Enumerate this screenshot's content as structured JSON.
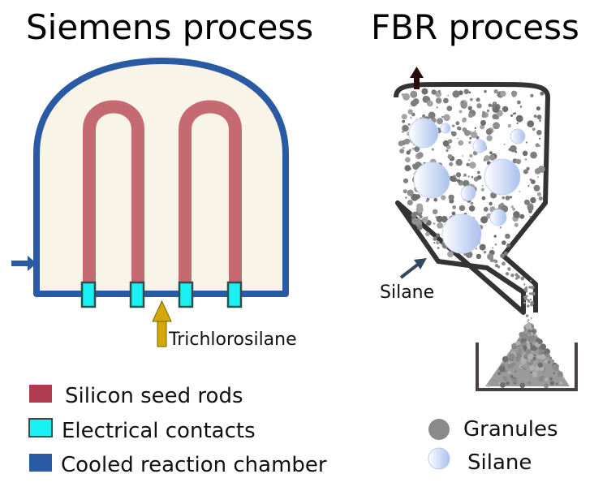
{
  "titles": {
    "siemens": "Siemens process",
    "fbr": "FBR process"
  },
  "siemens": {
    "gas_label": "Trichlorosilane",
    "legend": [
      {
        "label": "Silicon seed rods",
        "color": "#b03a50"
      },
      {
        "label": "Electrical contacts",
        "color": "#19f2f5"
      },
      {
        "label": "Cooled reaction chamber",
        "color": "#2a5aa3"
      }
    ]
  },
  "fbr": {
    "gas_label": "Silane",
    "legend": [
      {
        "label": "Granules",
        "icon": "granule-icon"
      },
      {
        "label": "Silane",
        "icon": "silane-bubble-icon"
      }
    ]
  },
  "colors": {
    "chamber_wall": "#2a5aa3",
    "chamber_fill": "#f8f4e7",
    "rods": "#c46a70",
    "contacts": "#19f2f5",
    "arrow_gas": "#d4a80a",
    "reactor_wall": "#333333",
    "granule": "#8a8a8a"
  }
}
